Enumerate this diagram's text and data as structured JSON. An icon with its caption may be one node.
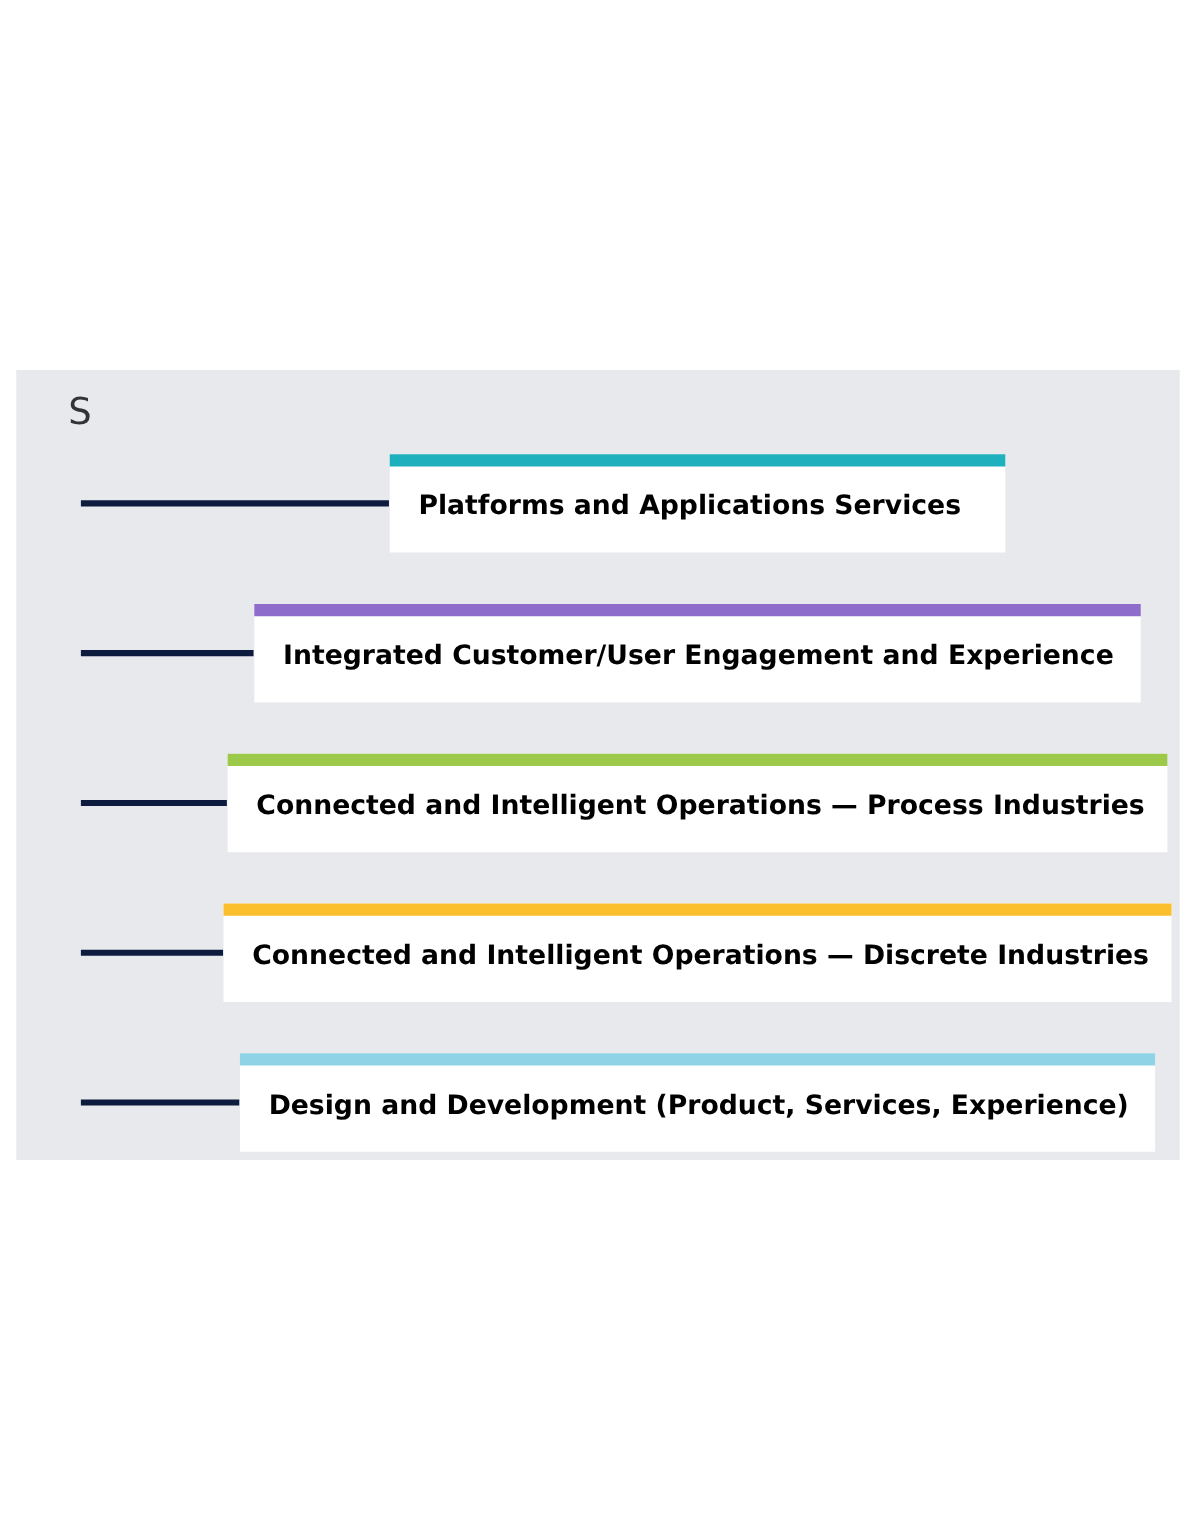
{
  "diagram": {
    "nodes": [
      {
        "text": [
          "Design and Development (Product, Services, Experience)"
        ]
      },
      {
        "text": [
          "Connected and Intelligent Operations — Discrete Industries"
        ]
      },
      {
        "text": [
          "Connected and Intelligent Operations — Process Industries"
        ]
      },
      {
        "text": [
          "Integrated Customer/User Engagement and Experience"
        ]
      },
      {
        "text": [
          "Platforms and Applications Services"
        ]
      }
    ],
    "edges": [
      {
        "from": null,
        "to": 0,
        "arrow": "none"
      },
      {
        "from": null,
        "to": 1,
        "arrow": "none"
      },
      {
        "from": null,
        "to": 2,
        "arrow": "none"
      },
      {
        "from": null,
        "to": 3,
        "arrow": "none"
      },
      {
        "from": null,
        "to": 4,
        "arrow": "none"
      }
    ],
    "labels": [
      "S"
    ]
  }
}
